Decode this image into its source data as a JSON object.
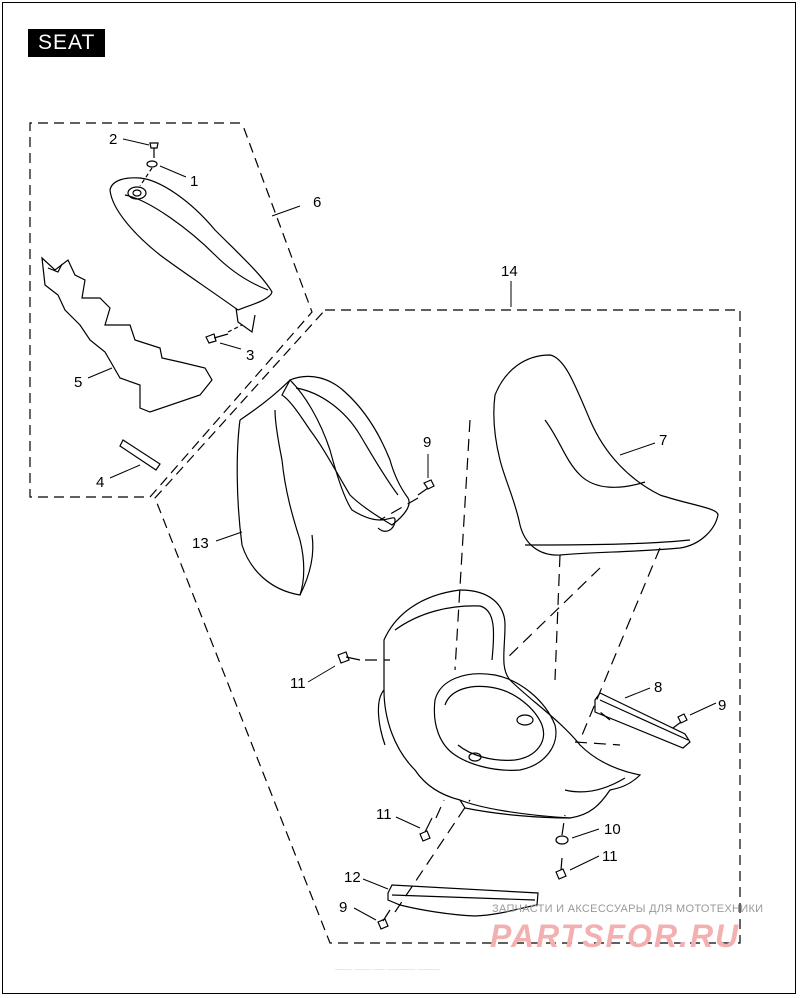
{
  "page": {
    "title": "SEAT"
  },
  "callouts": [
    {
      "id": "1",
      "label": "1"
    },
    {
      "id": "2",
      "label": "2"
    },
    {
      "id": "3",
      "label": "3"
    },
    {
      "id": "4",
      "label": "4"
    },
    {
      "id": "5",
      "label": "5"
    },
    {
      "id": "6",
      "label": "6"
    },
    {
      "id": "7",
      "label": "7"
    },
    {
      "id": "8",
      "label": "8"
    },
    {
      "id": "9a",
      "label": "9"
    },
    {
      "id": "9b",
      "label": "9"
    },
    {
      "id": "9c",
      "label": "9"
    },
    {
      "id": "10",
      "label": "10"
    },
    {
      "id": "11a",
      "label": "11"
    },
    {
      "id": "11b",
      "label": "11"
    },
    {
      "id": "11c",
      "label": "11"
    },
    {
      "id": "12",
      "label": "12"
    },
    {
      "id": "13",
      "label": "13"
    },
    {
      "id": "14",
      "label": "14"
    }
  ],
  "watermark": {
    "line1": "ЗАПЧАСТИ И АКСЕССУАРЫ ДЛЯ МОТОТЕХНИКИ",
    "line2": "PARTSFOR.RU"
  },
  "colors": {
    "line": "#000000",
    "background": "#ffffff",
    "watermark_red": "#f3b0b0"
  }
}
